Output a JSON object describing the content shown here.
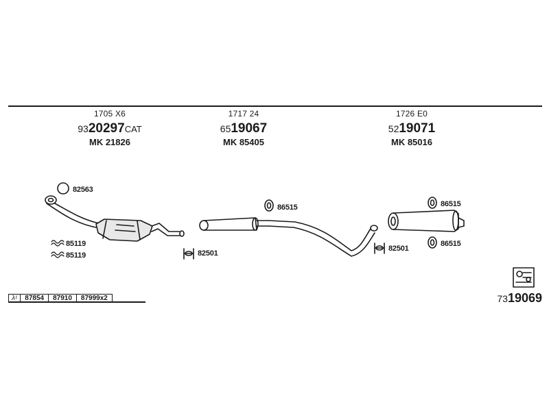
{
  "headers": [
    {
      "code": "1705 X6",
      "part_prefix": "93",
      "part_main": "20297",
      "part_suffix": "CAT",
      "mk": "MK 21826"
    },
    {
      "code": "1717 24",
      "part_prefix": "65",
      "part_main": "19067",
      "part_suffix": "",
      "mk": "MK 85405"
    },
    {
      "code": "1726 E0",
      "part_prefix": "52",
      "part_main": "19071",
      "part_suffix": "",
      "mk": "MK 85016"
    }
  ],
  "labels": {
    "seal_ring": "82563",
    "spring_1": "85119",
    "spring_2": "85119",
    "clamp_1": "82501",
    "hanger_mid": "86515",
    "clamp_2": "82501",
    "hanger_rear_top": "86515",
    "hanger_rear_bottom": "86515"
  },
  "table": {
    "lambda": "λ¹",
    "cells": [
      "87854",
      "87910",
      "87999x2"
    ]
  },
  "assembly": {
    "prefix": "73",
    "main": "19069"
  }
}
